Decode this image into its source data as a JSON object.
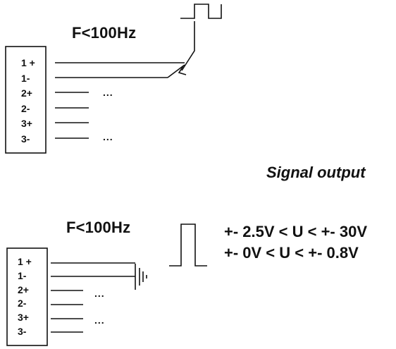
{
  "top": {
    "frequency": "F<100Hz",
    "terminals": [
      "1 +",
      "1-",
      "2+",
      "2-",
      "3+",
      "3-"
    ],
    "ellipsis_a": "...",
    "ellipsis_b": "..."
  },
  "caption": "Signal output",
  "bottom": {
    "frequency": "F<100Hz",
    "terminals": [
      "1 +",
      "1-",
      "2+",
      "2-",
      "3+",
      "3-"
    ],
    "ellipsis_a": "...",
    "ellipsis_b": "...",
    "voltage_high": "+- 2.5V < U < +- 30V",
    "voltage_low": "+- 0V < U < +- 0.8V"
  }
}
